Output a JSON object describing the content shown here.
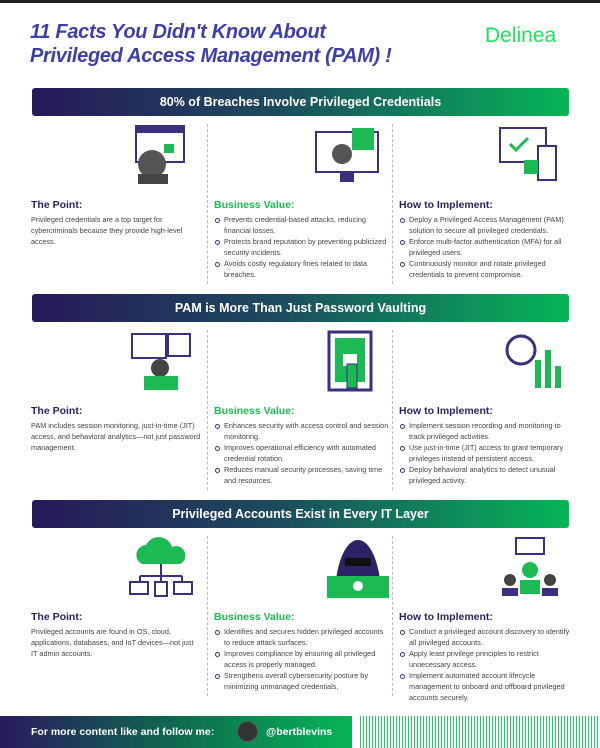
{
  "header": {
    "title_line1": "11 Facts You Didn't Know About",
    "title_line2": "Privileged Access Management (PAM) !",
    "logo": "Delinea"
  },
  "colors": {
    "accent_green": "#1db954",
    "dark_purple": "#2d2266",
    "title_blue": "#3d3fa8"
  },
  "sections": [
    {
      "title": "80% of Breaches Involve Privileged Credentials",
      "point_heading": "The Point:",
      "point": "Privileged credentials are a top target for cybercriminals because they provide high-level access.",
      "value_heading": "Business Value:",
      "values": [
        "Prevents credential-based attacks, reducing financial losses.",
        "Protects brand reputation by preventing publicized security incidents.",
        "Avoids costly regulatory fines related to data breaches."
      ],
      "impl_heading": "How to Implement:",
      "impl": [
        "Deploy a Privileged Access Management (PAM) solution to secure all privileged credentials.",
        "Enforce multi-factor authentication (MFA) for all privileged users.",
        "Continuously monitor and rotate privileged credentials to prevent compromise."
      ]
    },
    {
      "title": "PAM is More Than Just Password Vaulting",
      "point_heading": "The Point:",
      "point": "PAM includes session monitoring, just-in-time (JIT) access, and behavioral analytics—not just password management.",
      "value_heading": "Business Value:",
      "values": [
        "Enhances security with access control and session monitoring.",
        "Improves operational efficiency with automated credential rotation.",
        "Reduces manual security processes, saving time and resources."
      ],
      "impl_heading": "How to Implement:",
      "impl": [
        "Implement session recording and monitoring to track privileged activities.",
        "Use just-in-time (JIT) access to grant temporary privileges instead of persistent access.",
        "Deploy behavioral analytics to detect unusual privileged activity."
      ]
    },
    {
      "title": "Privileged Accounts Exist in Every IT Layer",
      "point_heading": "The Point:",
      "point": "Privileged accounts are found in OS, cloud, applications, databases, and IoT devices—not just IT admin accounts.",
      "value_heading": "Business Value:",
      "values": [
        "Identifies and secures hidden privileged accounts to reduce attack surfaces.",
        "Improves compliance by ensuring all privileged access is properly managed.",
        "Strengthens overall cybersecurity posture by minimizing unmanaged credentials."
      ],
      "impl_heading": "How to Implement:",
      "impl": [
        "Conduct a privileged account discovery to identify all privileged accounts.",
        "Apply least privilege principles to restrict unnecessary access.",
        "Implement automated account lifecycle management to onboard and offboard privileged accounts securely."
      ]
    }
  ],
  "footer": {
    "text": "For more content like and follow me:",
    "handle": "@bertblevins"
  }
}
